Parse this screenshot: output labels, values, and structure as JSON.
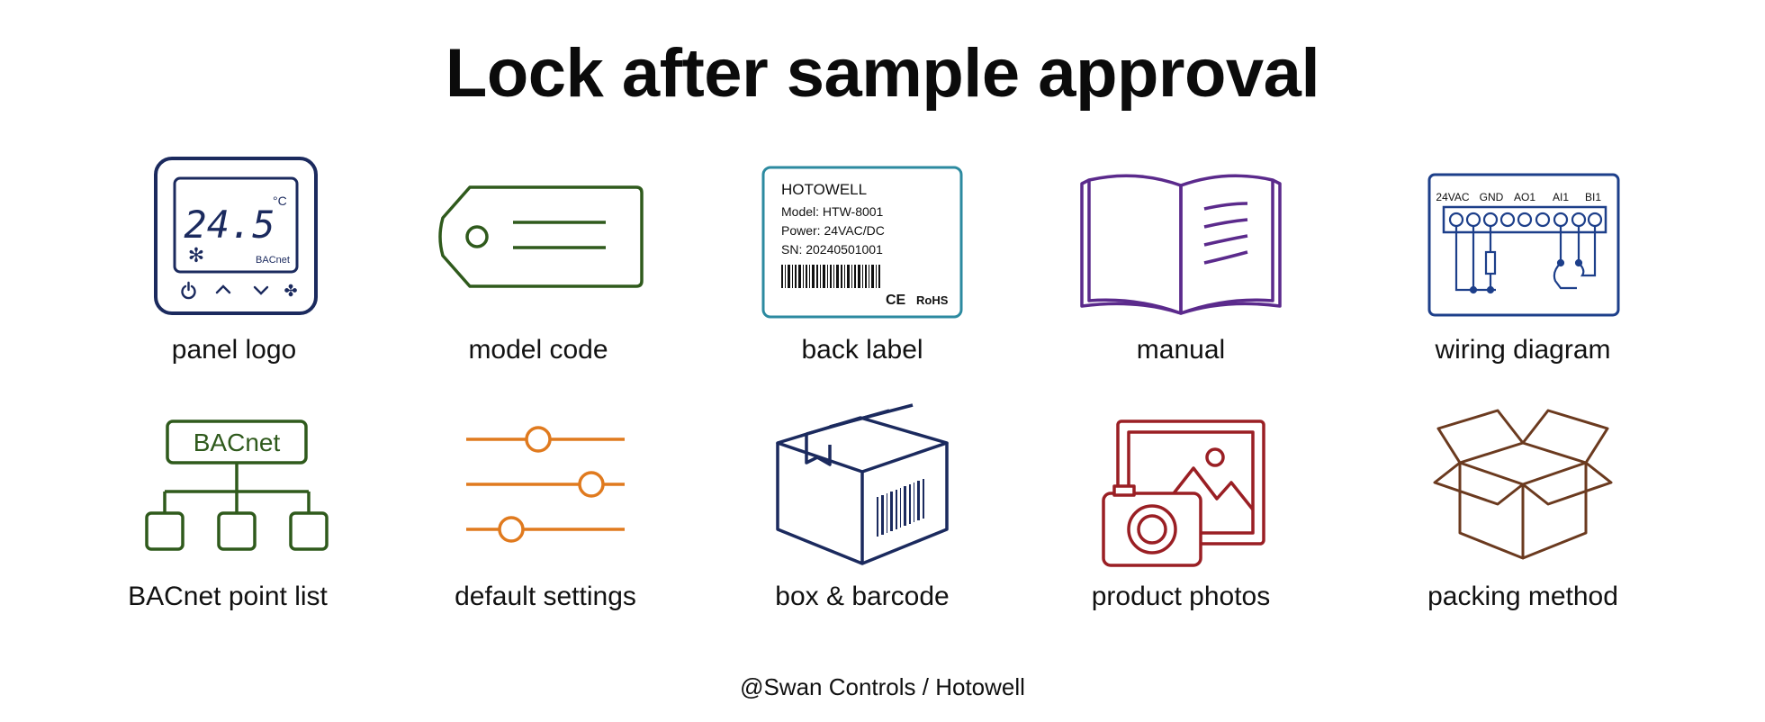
{
  "title": "Lock after sample approval",
  "footer": "@Swan Controls / Hotowell",
  "items": [
    {
      "label": "panel logo",
      "icon": "thermostat-panel-icon",
      "color": "#1b2a5e",
      "display": {
        "temperature": "24.5",
        "unit": "°C",
        "brand": "BACnet"
      }
    },
    {
      "label": "model code",
      "icon": "tag-icon",
      "color": "#2f5a1c"
    },
    {
      "label": "back label",
      "icon": "product-label-icon",
      "color": "#2c8aa0",
      "label_text": {
        "brand": "HOTOWELL",
        "model": "Model:  HTW-8001",
        "power": "Power:  24VAC/DC",
        "sn": "SN:  20240501001",
        "ce": "CE",
        "rohs": "RoHS"
      }
    },
    {
      "label": "manual",
      "icon": "open-book-icon",
      "color": "#5b2a8c"
    },
    {
      "label": "wiring diagram",
      "icon": "wiring-terminal-icon",
      "color": "#1d3f8a",
      "terminals": [
        "24VAC",
        "GND",
        "AO1",
        "AI1",
        "BI1"
      ]
    },
    {
      "label": "BACnet point list",
      "icon": "network-tree-icon",
      "color": "#2f5a1c",
      "node_text": "BACnet"
    },
    {
      "label": "default settings",
      "icon": "sliders-icon",
      "color": "#e07a1e"
    },
    {
      "label": "box & barcode",
      "icon": "box-barcode-icon",
      "color": "#1b2a5e"
    },
    {
      "label": "product photos",
      "icon": "camera-photo-icon",
      "color": "#9a1f24"
    },
    {
      "label": "packing method",
      "icon": "open-box-icon",
      "color": "#6b3a1f"
    }
  ]
}
